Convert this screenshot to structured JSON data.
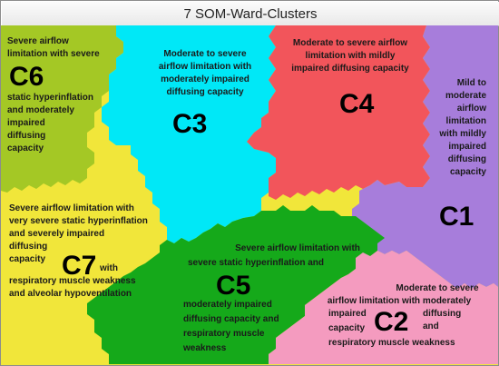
{
  "window": {
    "title": "7 SOM-Ward-Clusters"
  },
  "clusters": [
    {
      "id": "C6",
      "color": "#a4c825",
      "lines": [
        "Severe airflow",
        "limitation with severe",
        "static hyperinflation",
        "and moderately",
        "impaired",
        "diffusing",
        "capacity"
      ]
    },
    {
      "id": "C3",
      "color": "#00e8f7",
      "lines": [
        "Moderate to severe",
        "airflow limitation with",
        "moderately impaired",
        "diffusing capacity"
      ]
    },
    {
      "id": "C4",
      "color": "#f2555b",
      "lines": [
        "Moderate to severe airflow",
        "limitation with mildly",
        "impaired diffusing capacity"
      ]
    },
    {
      "id": "C1",
      "color": "#a77ddb",
      "lines": [
        "Mild to",
        "moderate",
        "airflow",
        "limitation",
        "with mildly",
        "impaired",
        "diffusing",
        "capacity"
      ]
    },
    {
      "id": "C7",
      "color": "#f1e63a",
      "lines": [
        "Severe airflow limitation with",
        "very severe static hyperinflation",
        "and severely impaired",
        "diffusing",
        "capacity",
        "with",
        "respiratory muscle weakness",
        "and alveolar hypoventilation"
      ]
    },
    {
      "id": "C5",
      "color": "#15a91a",
      "lines": [
        "Severe airflow limitation with",
        "severe static hyperinflation and",
        "moderately impaired",
        "diffusing capacity and",
        "respiratory muscle",
        "weakness"
      ]
    },
    {
      "id": "C2",
      "color": "#f49bbf",
      "lines": [
        "Moderate to severe",
        "airflow limitation with moderately",
        "impaired",
        "diffusing",
        "capacity",
        "and",
        "respiratory muscle weakness"
      ]
    }
  ]
}
